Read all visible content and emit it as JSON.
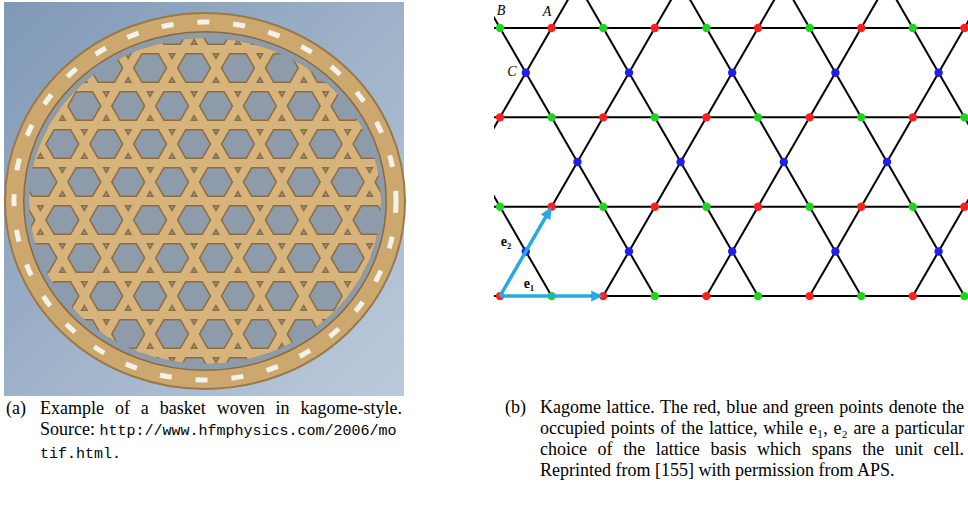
{
  "diagram": {
    "labels": [
      "B",
      "A",
      "C",
      "e₂",
      "e₁",
      "(a)",
      "Example of a basket woven in kagome-style. Source:",
      "http://www.hfmphysics.com/2006/motif.html.",
      "(b)",
      "Kagome lattice. The red, blue and green points denote the occupied points of the lattice, while e₁, e₂ are a particular choice of the lattice basis which spans the unit cell. Reprinted from [155] with permission from APS."
    ]
  }
}
